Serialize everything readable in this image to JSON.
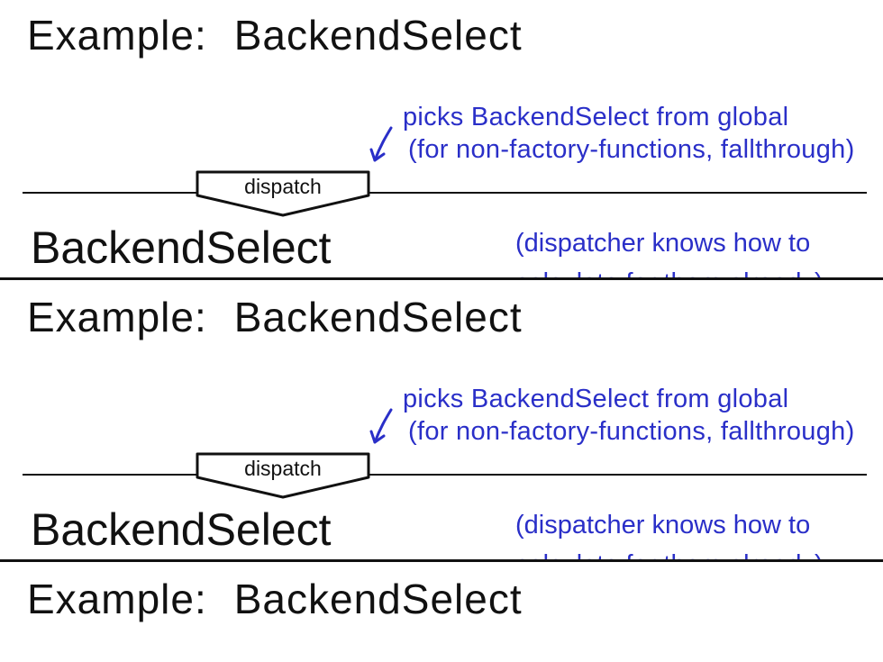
{
  "slide": {
    "title_prefix": "Example:",
    "title_main": "BackendSelect",
    "note_line1": "picks BackendSelect from global",
    "note_line2": "(for non-factory-functions, fallthrough)",
    "dispatch_label": "dispatch",
    "layer_label": "BackendSelect",
    "side_note_line1": "(dispatcher knows how to",
    "side_note_line2": "calculate for them already)"
  },
  "colors": {
    "ink": "#111111",
    "annotation": "#2a2fc8"
  }
}
